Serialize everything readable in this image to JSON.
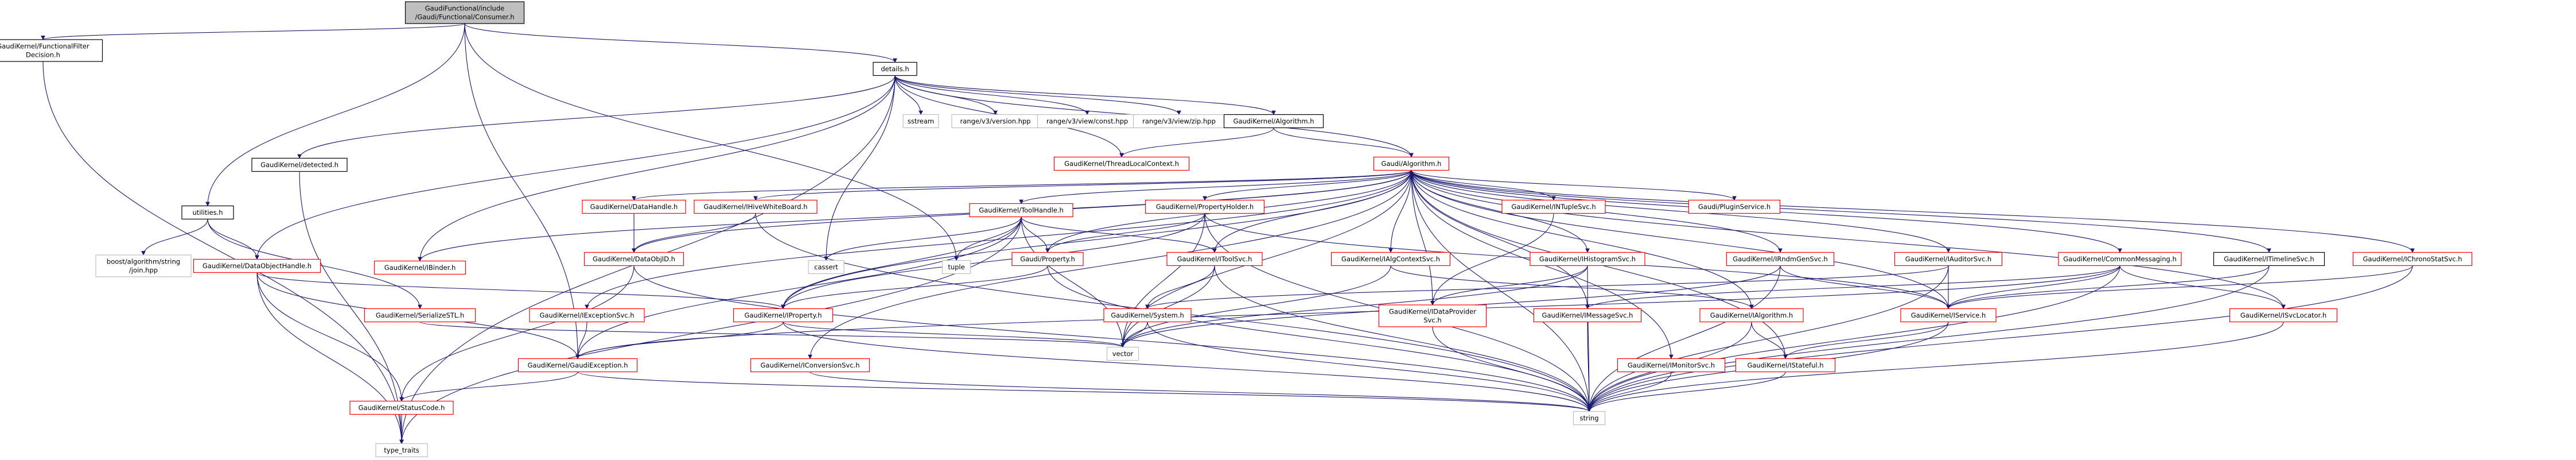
{
  "colors": {
    "edge": "#191970",
    "node_border_default": "#000000",
    "node_border_missing": "#bfbfbf",
    "node_border_doc": "#ff0000",
    "node_fill_root": "#bfbfbf",
    "node_fill_default": "#ffffff"
  },
  "nodes": [
    {
      "id": "root",
      "lines": [
        "GaudiFunctional/include",
        "/Gaudi/Functional/Consumer.h"
      ],
      "style": "root"
    },
    {
      "id": "ffd",
      "lines": [
        "GaudiKernel/FunctionalFilter",
        "Decision.h"
      ],
      "style": "default"
    },
    {
      "id": "details",
      "lines": [
        "details.h"
      ],
      "style": "default"
    },
    {
      "id": "utilities",
      "lines": [
        "utilities.h"
      ],
      "style": "default"
    },
    {
      "id": "detected",
      "lines": [
        "GaudiKernel/detected.h"
      ],
      "style": "default"
    },
    {
      "id": "sstream",
      "lines": [
        "sstream"
      ],
      "style": "missing"
    },
    {
      "id": "rv_version",
      "lines": [
        "range/v3/version.hpp"
      ],
      "style": "missing"
    },
    {
      "id": "rv_const",
      "lines": [
        "range/v3/view/const.hpp"
      ],
      "style": "missing"
    },
    {
      "id": "rv_zip",
      "lines": [
        "range/v3/view/zip.hpp"
      ],
      "style": "missing"
    },
    {
      "id": "gk_algorithm",
      "lines": [
        "GaudiKernel/Algorithm.h"
      ],
      "style": "default"
    },
    {
      "id": "threadlocal",
      "lines": [
        "GaudiKernel/ThreadLocalContext.h"
      ],
      "style": "doc"
    },
    {
      "id": "gaudi_algorithm",
      "lines": [
        "Gaudi/Algorithm.h"
      ],
      "style": "doc"
    },
    {
      "id": "boost_join",
      "lines": [
        "boost/algorithm/string",
        "/join.hpp"
      ],
      "style": "missing"
    },
    {
      "id": "dataobjecthandle",
      "lines": [
        "GaudiKernel/DataObjectHandle.h"
      ],
      "style": "doc"
    },
    {
      "id": "ibinder",
      "lines": [
        "GaudiKernel/IBinder.h"
      ],
      "style": "doc"
    },
    {
      "id": "datahandle",
      "lines": [
        "GaudiKernel/DataHandle.h"
      ],
      "style": "doc"
    },
    {
      "id": "ihivewhiteboard",
      "lines": [
        "GaudiKernel/IHiveWhiteBoard.h"
      ],
      "style": "doc"
    },
    {
      "id": "toolhandle",
      "lines": [
        "GaudiKernel/ToolHandle.h"
      ],
      "style": "doc"
    },
    {
      "id": "cassert",
      "lines": [
        "cassert"
      ],
      "style": "missing"
    },
    {
      "id": "tuple",
      "lines": [
        "tuple"
      ],
      "style": "missing"
    },
    {
      "id": "propertyholder",
      "lines": [
        "GaudiKernel/PropertyHolder.h"
      ],
      "style": "doc"
    },
    {
      "id": "intuplesvc",
      "lines": [
        "GaudiKernel/INTupleSvc.h"
      ],
      "style": "doc"
    },
    {
      "id": "pluginservice",
      "lines": [
        "Gaudi/PluginService.h"
      ],
      "style": "doc"
    },
    {
      "id": "dataobjid",
      "lines": [
        "GaudiKernel/DataObjID.h"
      ],
      "style": "doc"
    },
    {
      "id": "gaudi_property",
      "lines": [
        "Gaudi/Property.h"
      ],
      "style": "doc"
    },
    {
      "id": "itoolsvc",
      "lines": [
        "GaudiKernel/IToolSvc.h"
      ],
      "style": "doc"
    },
    {
      "id": "ialgcontextsvc",
      "lines": [
        "GaudiKernel/IAlgContextSvc.h"
      ],
      "style": "doc"
    },
    {
      "id": "ihistogramsvc",
      "lines": [
        "GaudiKernel/IHistogramSvc.h"
      ],
      "style": "doc"
    },
    {
      "id": "irndmgensvc",
      "lines": [
        "GaudiKernel/IRndmGenSvc.h"
      ],
      "style": "doc"
    },
    {
      "id": "iauditorsvc",
      "lines": [
        "GaudiKernel/IAuditorSvc.h"
      ],
      "style": "doc"
    },
    {
      "id": "commonmessaging",
      "lines": [
        "GaudiKernel/CommonMessaging.h"
      ],
      "style": "doc"
    },
    {
      "id": "itimelinesvc",
      "lines": [
        "GaudiKernel/ITimelineSvc.h"
      ],
      "style": "default"
    },
    {
      "id": "ichronostatsvc",
      "lines": [
        "GaudiKernel/IChronoStatSvc.h"
      ],
      "style": "doc"
    },
    {
      "id": "serializestl",
      "lines": [
        "GaudiKernel/SerializeSTL.h"
      ],
      "style": "doc"
    },
    {
      "id": "iexceptionsvc",
      "lines": [
        "GaudiKernel/IExceptionSvc.h"
      ],
      "style": "doc"
    },
    {
      "id": "iproperty",
      "lines": [
        "GaudiKernel/IProperty.h"
      ],
      "style": "doc"
    },
    {
      "id": "isystem",
      "lines": [
        "GaudiKernel/System.h"
      ],
      "style": "doc"
    },
    {
      "id": "dataprovidersvc",
      "lines": [
        "GaudiKernel/IDataProvider",
        "Svc.h"
      ],
      "style": "doc"
    },
    {
      "id": "imessagesvc",
      "lines": [
        "GaudiKernel/IMessageSvc.h"
      ],
      "style": "doc"
    },
    {
      "id": "ialgorithm",
      "lines": [
        "GaudiKernel/IAlgorithm.h"
      ],
      "style": "doc"
    },
    {
      "id": "iservice",
      "lines": [
        "GaudiKernel/IService.h"
      ],
      "style": "doc"
    },
    {
      "id": "isvclocator",
      "lines": [
        "GaudiKernel/ISvcLocator.h"
      ],
      "style": "doc"
    },
    {
      "id": "vector",
      "lines": [
        "vector"
      ],
      "style": "missing"
    },
    {
      "id": "gaudiexception",
      "lines": [
        "GaudiKernel/GaudiException.h"
      ],
      "style": "doc"
    },
    {
      "id": "iconversionsvc",
      "lines": [
        "GaudiKernel/IConversionSvc.h"
      ],
      "style": "doc"
    },
    {
      "id": "imonitorsvc",
      "lines": [
        "GaudiKernel/IMonitorSvc.h"
      ],
      "style": "doc"
    },
    {
      "id": "istateful",
      "lines": [
        "GaudiKernel/IStateful.h"
      ],
      "style": "doc"
    },
    {
      "id": "statuscode",
      "lines": [
        "GaudiKernel/StatusCode.h"
      ],
      "style": "doc"
    },
    {
      "id": "string",
      "lines": [
        "string"
      ],
      "style": "missing"
    },
    {
      "id": "type_traits",
      "lines": [
        "type_traits"
      ],
      "style": "missing"
    }
  ],
  "edges": [
    [
      "root",
      "ffd"
    ],
    [
      "root",
      "details"
    ],
    [
      "root",
      "utilities"
    ],
    [
      "root",
      "tuple"
    ],
    [
      "root",
      "gaudiexception"
    ],
    [
      "ffd",
      "type_traits"
    ],
    [
      "details",
      "detected"
    ],
    [
      "details",
      "sstream"
    ],
    [
      "details",
      "rv_version"
    ],
    [
      "details",
      "rv_const"
    ],
    [
      "details",
      "rv_zip"
    ],
    [
      "details",
      "gk_algorithm"
    ],
    [
      "details",
      "threadlocal"
    ],
    [
      "details",
      "gaudi_algorithm"
    ],
    [
      "details",
      "dataobjecthandle"
    ],
    [
      "details",
      "ibinder"
    ],
    [
      "details",
      "cassert"
    ],
    [
      "details",
      "type_traits"
    ],
    [
      "gk_algorithm",
      "gaudi_algorithm"
    ],
    [
      "gk_algorithm",
      "threadlocal"
    ],
    [
      "detected",
      "type_traits"
    ],
    [
      "utilities",
      "boost_join"
    ],
    [
      "utilities",
      "dataobjecthandle"
    ],
    [
      "utilities",
      "serializestl"
    ],
    [
      "gaudi_algorithm",
      "datahandle"
    ],
    [
      "gaudi_algorithm",
      "ihivewhiteboard"
    ],
    [
      "gaudi_algorithm",
      "toolhandle"
    ],
    [
      "gaudi_algorithm",
      "propertyholder"
    ],
    [
      "gaudi_algorithm",
      "intuplesvc"
    ],
    [
      "gaudi_algorithm",
      "pluginservice"
    ],
    [
      "gaudi_algorithm",
      "dataobjid"
    ],
    [
      "gaudi_algorithm",
      "gaudi_property"
    ],
    [
      "gaudi_algorithm",
      "itoolsvc"
    ],
    [
      "gaudi_algorithm",
      "ialgcontextsvc"
    ],
    [
      "gaudi_algorithm",
      "ihistogramsvc"
    ],
    [
      "gaudi_algorithm",
      "irndmgensvc"
    ],
    [
      "gaudi_algorithm",
      "iauditorsvc"
    ],
    [
      "gaudi_algorithm",
      "commonmessaging"
    ],
    [
      "gaudi_algorithm",
      "itimelinesvc"
    ],
    [
      "gaudi_algorithm",
      "ichronostatsvc"
    ],
    [
      "gaudi_algorithm",
      "iexceptionsvc"
    ],
    [
      "gaudi_algorithm",
      "iproperty"
    ],
    [
      "gaudi_algorithm",
      "dataprovidersvc"
    ],
    [
      "gaudi_algorithm",
      "imessagesvc"
    ],
    [
      "gaudi_algorithm",
      "ialgorithm"
    ],
    [
      "gaudi_algorithm",
      "iservice"
    ],
    [
      "gaudi_algorithm",
      "isvclocator"
    ],
    [
      "gaudi_algorithm",
      "iconversionsvc"
    ],
    [
      "gaudi_algorithm",
      "imonitorsvc"
    ],
    [
      "gaudi_algorithm",
      "istateful"
    ],
    [
      "gaudi_algorithm",
      "string"
    ],
    [
      "gaudi_algorithm",
      "vector"
    ],
    [
      "gaudi_algorithm",
      "ibinder"
    ],
    [
      "dataobjecthandle",
      "iproperty"
    ],
    [
      "dataobjecthandle",
      "gaudiexception"
    ],
    [
      "dataobjecthandle",
      "type_traits"
    ],
    [
      "dataobjecthandle",
      "statuscode"
    ],
    [
      "datahandle",
      "dataobjid"
    ],
    [
      "ihivewhiteboard",
      "dataobjid"
    ],
    [
      "ihivewhiteboard",
      "string"
    ],
    [
      "toolhandle",
      "gaudi_property"
    ],
    [
      "toolhandle",
      "itoolsvc"
    ],
    [
      "toolhandle",
      "cassert"
    ],
    [
      "toolhandle",
      "tuple"
    ],
    [
      "toolhandle",
      "type_traits"
    ],
    [
      "toolhandle",
      "vector"
    ],
    [
      "toolhandle",
      "iproperty"
    ],
    [
      "toolhandle",
      "gaudiexception"
    ],
    [
      "propertyholder",
      "gaudi_property"
    ],
    [
      "propertyholder",
      "iproperty"
    ],
    [
      "propertyholder",
      "vector"
    ],
    [
      "propertyholder",
      "string"
    ],
    [
      "propertyholder",
      "iservice"
    ],
    [
      "intuplesvc",
      "dataprovidersvc"
    ],
    [
      "dataobjid",
      "string"
    ],
    [
      "dataobjid",
      "statuscode"
    ],
    [
      "gaudi_property",
      "iproperty"
    ],
    [
      "gaudi_property",
      "string"
    ],
    [
      "itoolsvc",
      "isystem"
    ],
    [
      "itoolsvc",
      "string"
    ],
    [
      "itoolsvc",
      "vector"
    ],
    [
      "ialgcontextsvc",
      "vector"
    ],
    [
      "ialgcontextsvc",
      "ialgorithm"
    ],
    [
      "ihistogramsvc",
      "dataprovidersvc"
    ],
    [
      "ihistogramsvc",
      "string"
    ],
    [
      "ihistogramsvc",
      "vector"
    ],
    [
      "irndmgensvc",
      "iservice"
    ],
    [
      "irndmgensvc",
      "vector"
    ],
    [
      "irndmgensvc",
      "string"
    ],
    [
      "iauditorsvc",
      "iservice"
    ],
    [
      "iauditorsvc",
      "string"
    ],
    [
      "iauditorsvc",
      "isystem"
    ],
    [
      "commonmessaging",
      "imessagesvc"
    ],
    [
      "commonmessaging",
      "iservice"
    ],
    [
      "commonmessaging",
      "isvclocator"
    ],
    [
      "commonmessaging",
      "string"
    ],
    [
      "commonmessaging",
      "gaudiexception"
    ],
    [
      "itimelinesvc",
      "iservice"
    ],
    [
      "itimelinesvc",
      "string"
    ],
    [
      "ichronostatsvc",
      "iservice"
    ],
    [
      "ichronostatsvc",
      "string"
    ],
    [
      "serializestl",
      "vector"
    ],
    [
      "iexceptionsvc",
      "gaudiexception"
    ],
    [
      "iproperty",
      "vector"
    ],
    [
      "iproperty",
      "string"
    ],
    [
      "iproperty",
      "gaudiexception"
    ],
    [
      "isystem",
      "vector"
    ],
    [
      "isystem",
      "string"
    ],
    [
      "dataprovidersvc",
      "string"
    ],
    [
      "imessagesvc",
      "string"
    ],
    [
      "ialgorithm",
      "istateful"
    ],
    [
      "ialgorithm",
      "string"
    ],
    [
      "iservice",
      "istateful"
    ],
    [
      "iservice",
      "string"
    ],
    [
      "isvclocator",
      "string"
    ],
    [
      "gaudiexception",
      "statuscode"
    ],
    [
      "gaudiexception",
      "string"
    ],
    [
      "iconversionsvc",
      "string"
    ],
    [
      "imonitorsvc",
      "string"
    ],
    [
      "istateful",
      "string"
    ],
    [
      "statuscode",
      "type_traits"
    ]
  ]
}
